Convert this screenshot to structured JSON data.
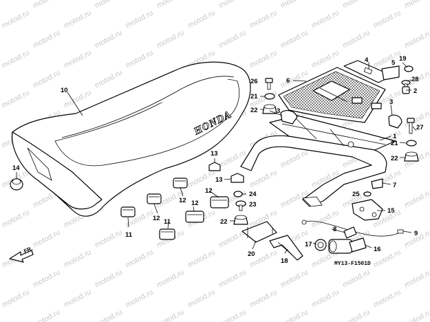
{
  "watermark": "motod.ru",
  "brand_text": "HONDA",
  "diagram_code": "MY13-F1501D",
  "direction_label": "FR.",
  "callouts": [
    "1",
    "2",
    "3",
    "4",
    "5",
    "6",
    "7",
    "8",
    "9",
    "10",
    "11",
    "12",
    "13",
    "14",
    "15",
    "16",
    "17",
    "18",
    "19",
    "20",
    "21",
    "22",
    "23",
    "24",
    "25",
    "26",
    "27",
    "28"
  ],
  "colors": {
    "ink": "#000000",
    "paper": "#ffffff",
    "watermark": "#c9c9c9"
  }
}
